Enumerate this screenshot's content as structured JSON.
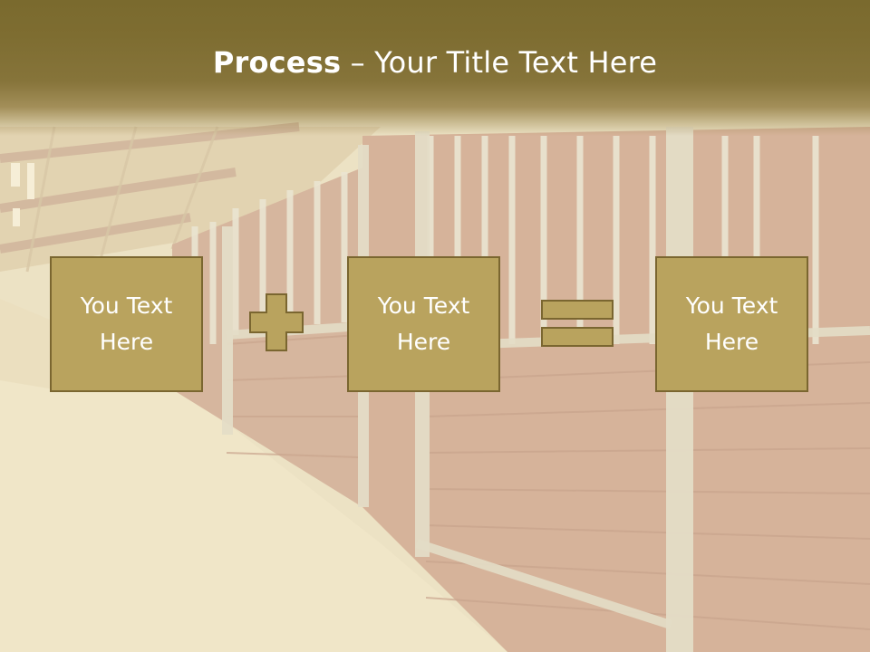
{
  "title": {
    "bold": "Process",
    "rest": " – Your Title Text Here"
  },
  "process": {
    "boxes": [
      {
        "label": "You Text Here"
      },
      {
        "label": "You Text Here"
      },
      {
        "label": "You Text Here"
      }
    ],
    "operators": [
      "plus-icon",
      "equals-icon"
    ]
  },
  "colors": {
    "title_band": "#7e6d31",
    "box_fill": "#b9a35e",
    "box_border": "#7a6630",
    "text": "#ffffff"
  }
}
